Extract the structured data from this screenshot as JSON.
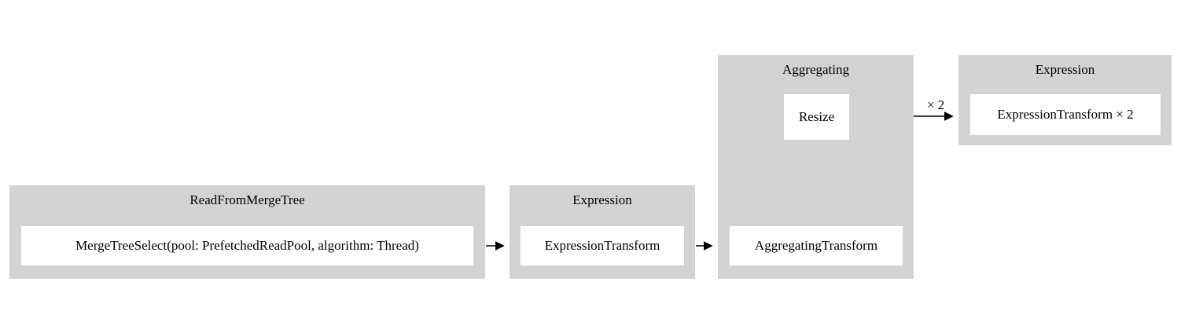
{
  "diagram": {
    "clusters": [
      {
        "title": "ReadFromMergeTree",
        "nodes": [
          "MergeTreeSelect(pool: PrefetchedReadPool, algorithm: Thread)"
        ]
      },
      {
        "title": "Expression",
        "nodes": [
          "ExpressionTransform"
        ]
      },
      {
        "title": "Aggregating",
        "nodes": [
          "Resize",
          "AggregatingTransform"
        ]
      },
      {
        "title": "Expression",
        "nodes": [
          "ExpressionTransform × 2"
        ]
      }
    ],
    "edge_label": "× 2",
    "colors": {
      "cluster_bg": "#d3d3d3",
      "node_bg": "#ffffff",
      "edge": "#000000"
    }
  }
}
